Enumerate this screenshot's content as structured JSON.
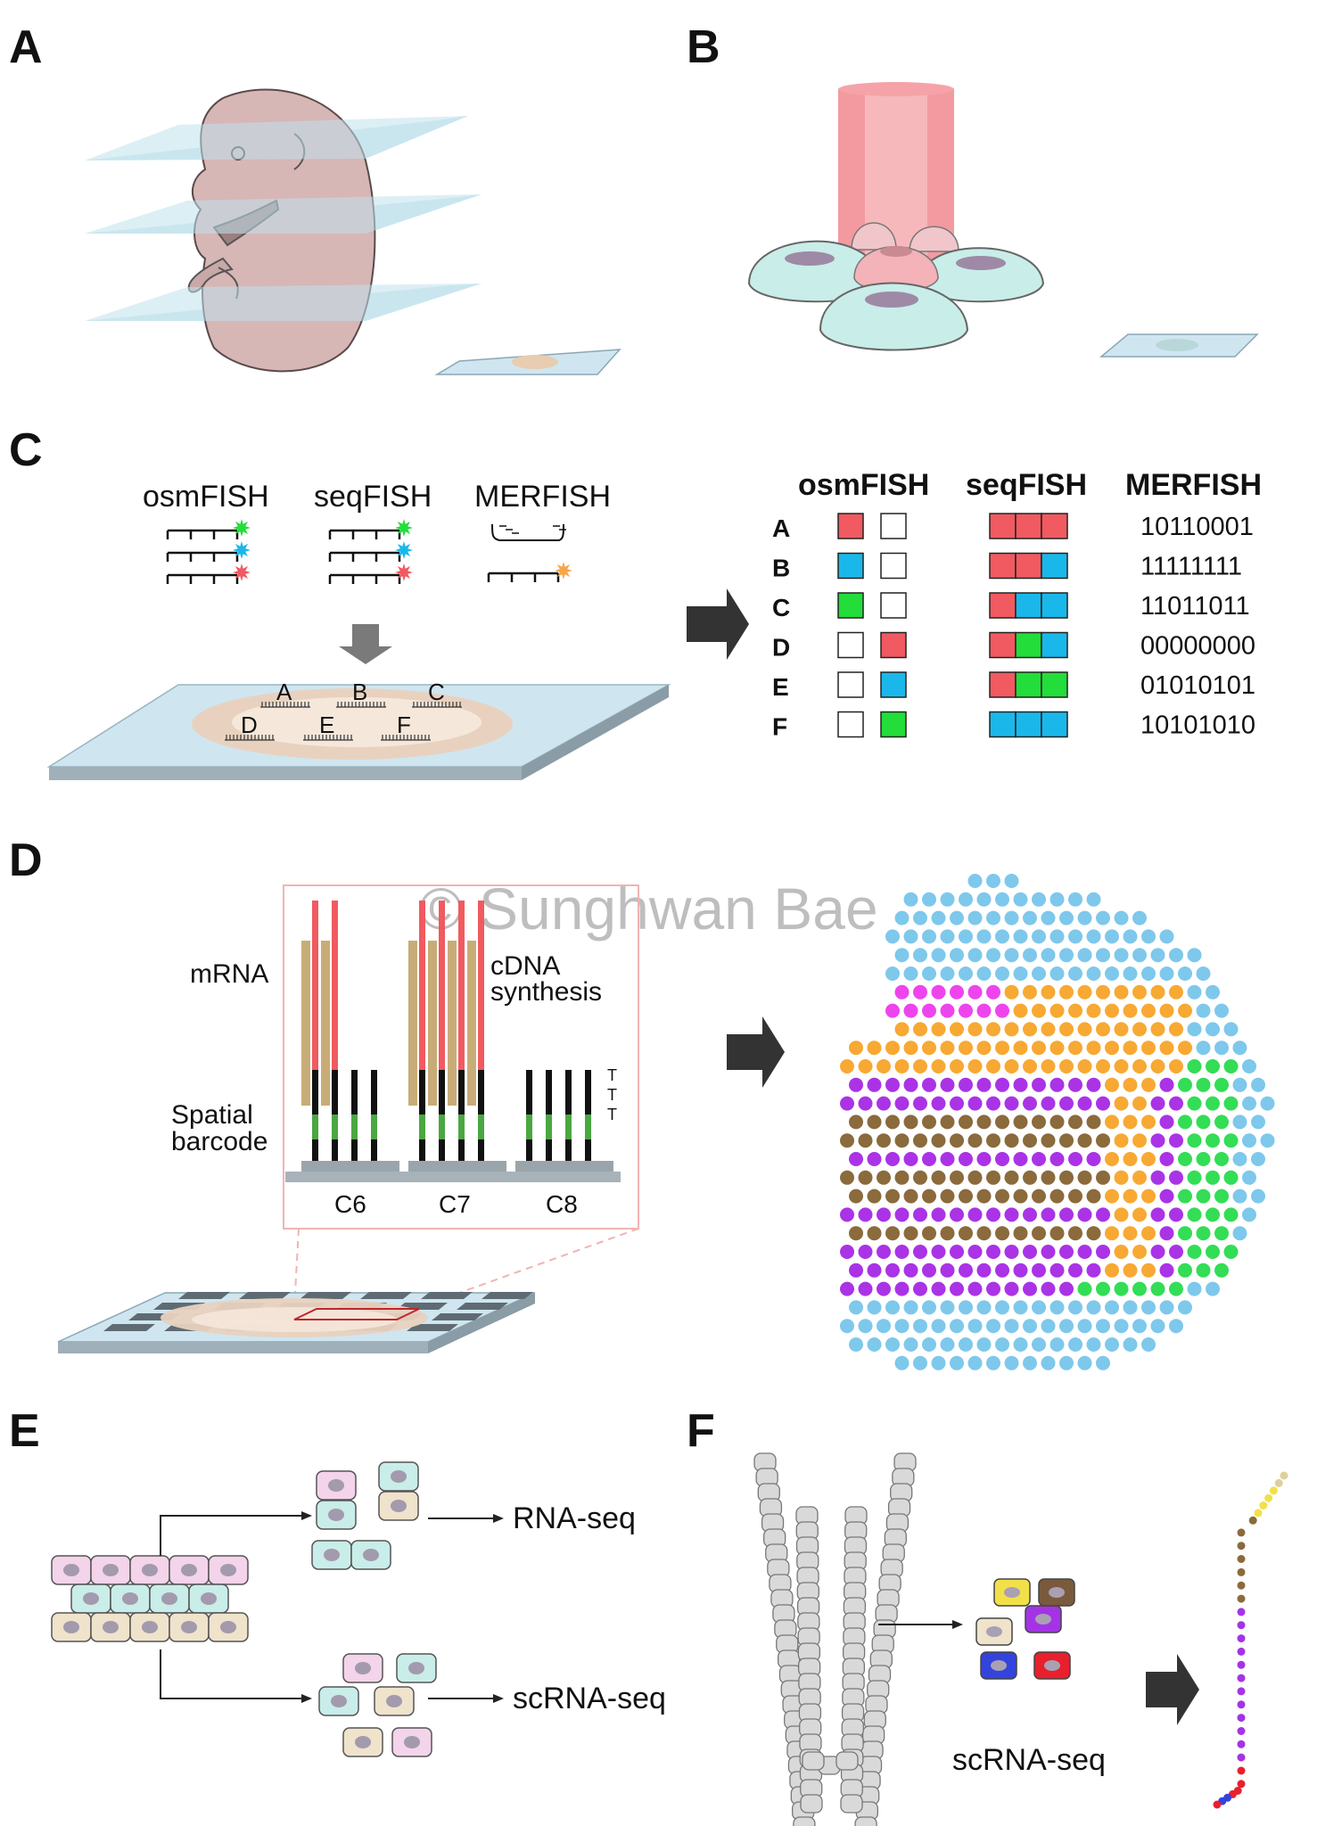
{
  "panels": {
    "A": "A",
    "B": "B",
    "C": "C",
    "D": "D",
    "E": "E",
    "F": "F"
  },
  "watermark": "© Sunghwan Bae",
  "panel_c": {
    "methods": [
      "osmFISH",
      "seqFISH",
      "MERFISH"
    ],
    "slide_labels": [
      "A",
      "B",
      "C",
      "D",
      "E",
      "F"
    ],
    "table_headers": [
      "osmFISH",
      "seqFISH",
      "MERFISH"
    ],
    "rows": [
      {
        "label": "A",
        "osm": [
          "red",
          "empty"
        ],
        "seq": [
          "red",
          "red",
          "red"
        ],
        "merfish": "10110001"
      },
      {
        "label": "B",
        "osm": [
          "blue",
          "empty"
        ],
        "seq": [
          "red",
          "red",
          "blue"
        ],
        "merfish": "11111111"
      },
      {
        "label": "C",
        "osm": [
          "green",
          "empty"
        ],
        "seq": [
          "red",
          "blue",
          "blue"
        ],
        "merfish": "11011011"
      },
      {
        "label": "D",
        "osm": [
          "empty",
          "red"
        ],
        "seq": [
          "red",
          "green",
          "blue"
        ],
        "merfish": "00000000"
      },
      {
        "label": "E",
        "osm": [
          "empty",
          "blue"
        ],
        "seq": [
          "red",
          "green",
          "green"
        ],
        "merfish": "01010101"
      },
      {
        "label": "F",
        "osm": [
          "empty",
          "green"
        ],
        "seq": [
          "blue",
          "blue",
          "blue"
        ],
        "merfish": "10101010"
      }
    ]
  },
  "panel_d": {
    "mrna": "mRNA",
    "cdna_line1": "cDNA",
    "cdna_line2": "synthesis",
    "barcode_line1": "Spatial",
    "barcode_line2": "barcode",
    "t_letter": "T",
    "spots": [
      "C6",
      "C7",
      "C8"
    ]
  },
  "panel_e": {
    "bulk": "RNA-seq",
    "single": "scRNA-seq"
  },
  "panel_f": {
    "label": "scRNA-seq"
  },
  "colors": {
    "red": "#f05a60",
    "blue": "#1ab8ea",
    "green": "#22dd3a",
    "spot_sky": "#7ec8ec",
    "spot_magenta": "#ee44ee",
    "spot_orange": "#f7a933",
    "spot_purple": "#aa33e6",
    "spot_brown": "#8b6a3c",
    "spot_green": "#33dd55",
    "embryo": "#d7b6b6",
    "cell_teal": "#c9ede9",
    "slide": "#cfe6f1"
  }
}
